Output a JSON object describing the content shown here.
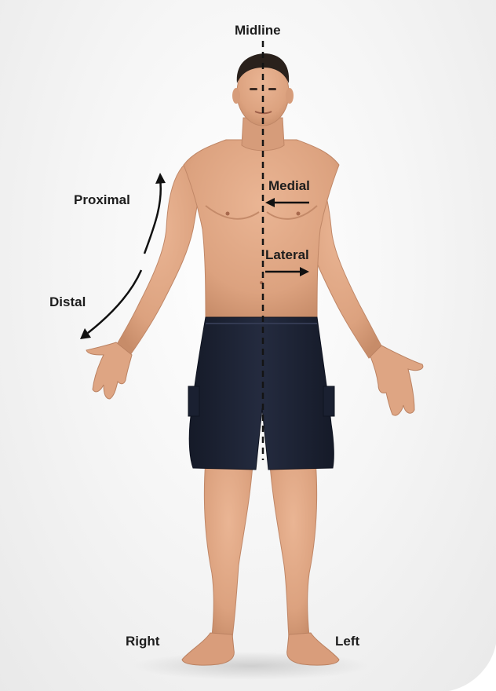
{
  "labels": {
    "midline": "Midline",
    "proximal": "Proximal",
    "distal": "Distal",
    "medial": "Medial",
    "lateral": "Lateral",
    "right": "Right",
    "left": "Left"
  },
  "colors": {
    "skin": "#e0a987",
    "skin_shadow": "#c98f6e",
    "shorts": "#1c2233",
    "hair": "#2a211c",
    "annotation": "#1d1d1d",
    "background": "#f3f3f3"
  }
}
